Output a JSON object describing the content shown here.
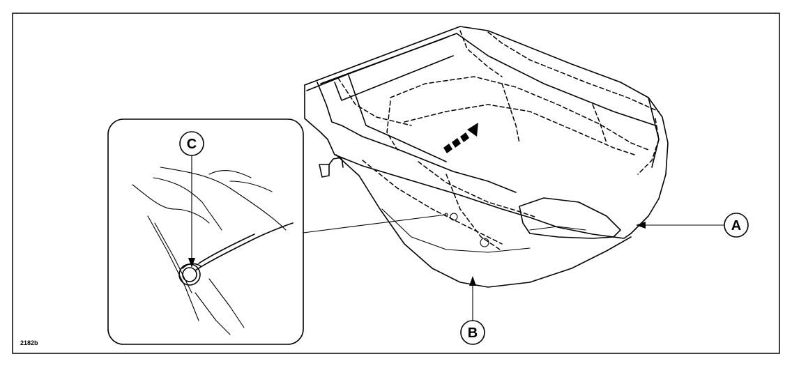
{
  "figure_ref": "2182b",
  "callouts": {
    "a": "A",
    "b": "B",
    "c": "C"
  },
  "colors": {
    "ink": "#000000",
    "paper": "#ffffff"
  }
}
